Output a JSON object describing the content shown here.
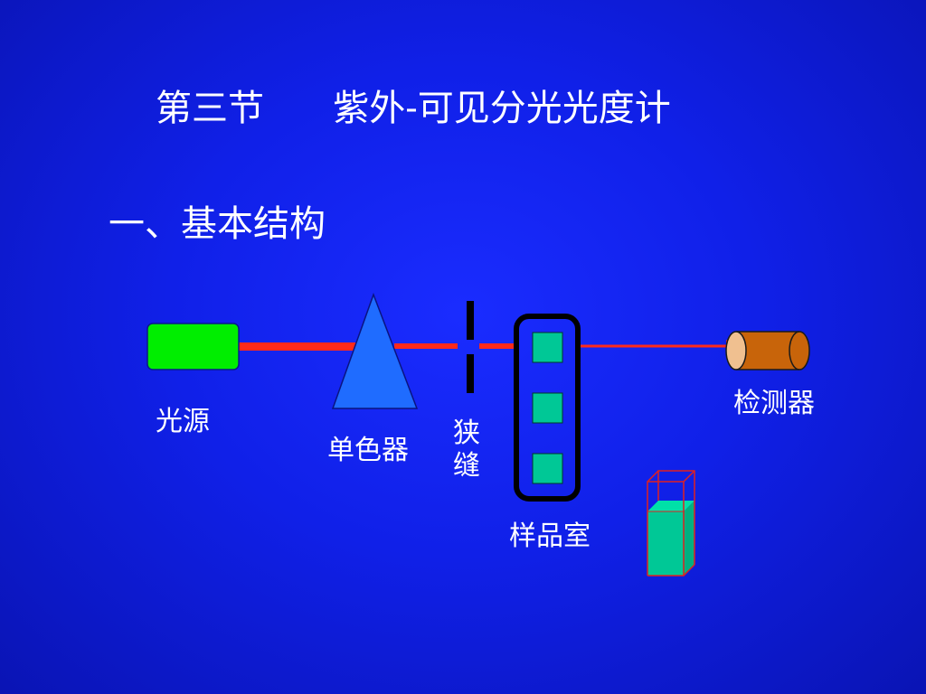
{
  "slide": {
    "title": "第三节      紫外-可见分光光度计",
    "subtitle": "一、基本结构"
  },
  "diagram": {
    "labels": {
      "light_source": "光源",
      "monochromator": "单色器",
      "slit": "狭\n缝",
      "sample_chamber": "样品室",
      "detector": "检测器"
    },
    "colors": {
      "background": "#1020e8",
      "light_source": "#00ee00",
      "beam": "#ff2a1a",
      "prism": "#1f6cff",
      "cell": "#00c896",
      "detector": "#c8640a",
      "detector_cap": "#f0c090",
      "holder": "#000000"
    }
  }
}
